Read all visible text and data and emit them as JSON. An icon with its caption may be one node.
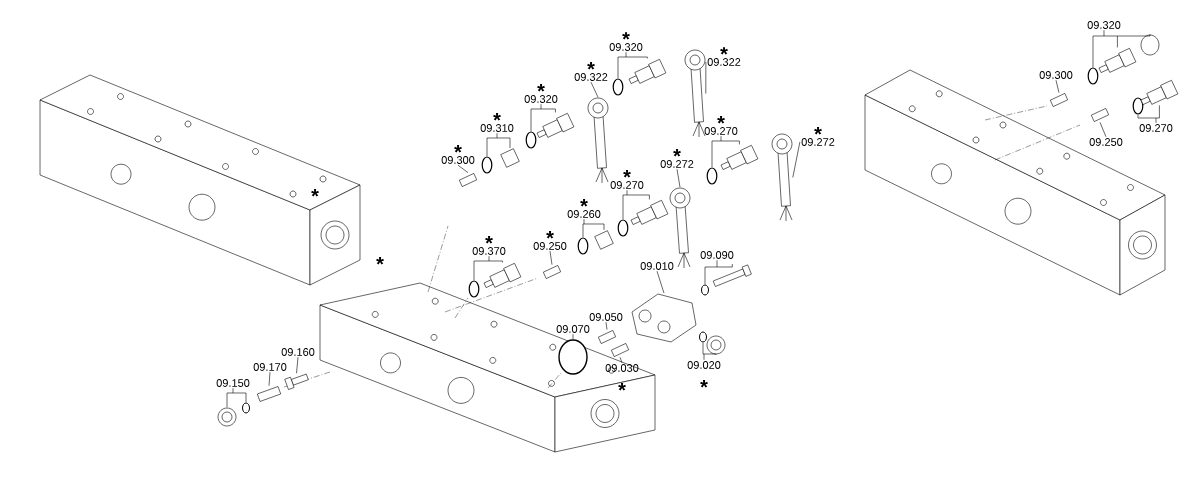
{
  "diagram": {
    "nodes": [
      {
        "text": [
          "09.300"
        ],
        "beside": [
          "*"
        ]
      },
      {
        "text": [
          "09.310"
        ],
        "beside": [
          "*"
        ]
      },
      {
        "text": [
          "09.320"
        ],
        "beside": [
          "*"
        ]
      },
      {
        "text": [
          "09.322"
        ],
        "beside": [
          "*"
        ]
      },
      {
        "text": [
          "09.320"
        ],
        "beside": [
          "*"
        ]
      },
      {
        "text": [
          "09.322"
        ],
        "beside": [
          "*"
        ]
      },
      {
        "text": [
          "09.270"
        ],
        "beside": [
          "*"
        ]
      },
      {
        "text": [
          "09.272"
        ],
        "beside": [
          "*"
        ]
      },
      {
        "text": [
          "09.270"
        ],
        "beside": [
          "*"
        ]
      },
      {
        "text": [
          "09.272"
        ],
        "beside": [
          "*"
        ]
      },
      {
        "text": [
          "09.260"
        ],
        "beside": [
          "*"
        ]
      },
      {
        "text": [
          "09.370"
        ],
        "beside": [
          "*"
        ]
      },
      {
        "text": [
          "09.250"
        ],
        "beside": [
          "*"
        ]
      },
      {
        "text": [
          "09.010"
        ]
      },
      {
        "text": [
          "09.090"
        ]
      },
      {
        "text": [
          "09.050"
        ]
      },
      {
        "text": [
          "09.070"
        ]
      },
      {
        "text": [
          "09.030"
        ],
        "beside": [
          "*"
        ]
      },
      {
        "text": [
          "09.020"
        ],
        "beside": [
          "*"
        ]
      },
      {
        "text": [
          "09.160"
        ]
      },
      {
        "text": [
          "09.170"
        ]
      },
      {
        "text": [
          "09.150"
        ]
      },
      {
        "text": [
          "09.320"
        ]
      },
      {
        "text": [
          "09.300"
        ]
      },
      {
        "text": [
          "09.250"
        ]
      },
      {
        "text": [
          "09.270"
        ]
      },
      {
        "text": [],
        "shape": "box"
      },
      {
        "text": [],
        "shape": "circle"
      },
      {
        "text": [],
        "shape": "box"
      },
      {
        "text": [],
        "shape": "circle"
      },
      {
        "text": [],
        "shape": "picture"
      },
      {
        "text": [],
        "shape": "picture"
      },
      {
        "text": [],
        "shape": "circle"
      },
      {
        "text": [],
        "shape": "picture"
      },
      {
        "text": [],
        "shape": "picture"
      },
      {
        "text": [],
        "shape": "circle"
      },
      {
        "text": [],
        "shape": "picture"
      },
      {
        "text": [],
        "shape": "picture"
      },
      {
        "text": [],
        "shape": "circle"
      },
      {
        "text": [],
        "shape": "picture"
      },
      {
        "text": [],
        "shape": "picture"
      },
      {
        "text": [],
        "shape": "circle"
      },
      {
        "text": [],
        "shape": "box"
      },
      {
        "text": [],
        "shape": "circle"
      },
      {
        "text": [],
        "shape": "picture"
      },
      {
        "text": [],
        "shape": "box"
      },
      {
        "text": [],
        "shape": "picture"
      },
      {
        "text": [],
        "shape": "circle"
      },
      {
        "text": [],
        "shape": "box"
      },
      {
        "text": [],
        "shape": "box"
      },
      {
        "text": [],
        "shape": "circle"
      },
      {
        "text": [],
        "shape": "box"
      },
      {
        "text": [],
        "shape": "circle"
      },
      {
        "text": [],
        "shape": "circle"
      },
      {
        "text": [],
        "shape": "box"
      },
      {
        "text": [],
        "shape": "box"
      },
      {
        "text": [],
        "shape": "circle"
      },
      {
        "text": [],
        "shape": "circle"
      },
      {
        "text": [],
        "shape": "circle"
      },
      {
        "text": [],
        "shape": "picture"
      },
      {
        "text": [],
        "shape": "circle"
      },
      {
        "text": [],
        "shape": "box"
      },
      {
        "text": [],
        "shape": "box"
      },
      {
        "text": [],
        "shape": "circle"
      },
      {
        "text": [],
        "shape": "picture"
      }
    ],
    "edges": [
      {
        "from": 0,
        "to": 26,
        "arrow": "none"
      },
      {
        "from": 1,
        "to": 27,
        "arrow": "none"
      },
      {
        "from": 1,
        "to": 28,
        "arrow": "none"
      },
      {
        "from": 2,
        "to": 29,
        "arrow": "none"
      },
      {
        "from": 2,
        "to": 30,
        "arrow": "none"
      },
      {
        "from": 3,
        "to": 31,
        "arrow": "none"
      },
      {
        "from": 4,
        "to": 32,
        "arrow": "none"
      },
      {
        "from": 4,
        "to": 33,
        "arrow": "none"
      },
      {
        "from": 5,
        "to": 34,
        "arrow": "none"
      },
      {
        "from": 6,
        "to": 35,
        "arrow": "none"
      },
      {
        "from": 6,
        "to": 36,
        "arrow": "none"
      },
      {
        "from": 7,
        "to": 37,
        "arrow": "none"
      },
      {
        "from": 8,
        "to": 38,
        "arrow": "none"
      },
      {
        "from": 8,
        "to": 39,
        "arrow": "none"
      },
      {
        "from": 9,
        "to": 40,
        "arrow": "none"
      },
      {
        "from": 10,
        "to": 41,
        "arrow": "none"
      },
      {
        "from": 10,
        "to": 42,
        "arrow": "none"
      },
      {
        "from": 11,
        "to": 43,
        "arrow": "none"
      },
      {
        "from": 11,
        "to": 44,
        "arrow": "none"
      },
      {
        "from": 12,
        "to": 45,
        "arrow": "none"
      },
      {
        "from": 13,
        "to": 46,
        "arrow": "none"
      },
      {
        "from": 14,
        "to": 47,
        "arrow": "none"
      },
      {
        "from": 14,
        "to": 48,
        "arrow": "none"
      },
      {
        "from": 15,
        "to": 49,
        "arrow": "none"
      },
      {
        "from": 16,
        "to": 50,
        "arrow": "none"
      },
      {
        "from": 17,
        "to": 51,
        "arrow": "none"
      },
      {
        "from": 18,
        "to": 52,
        "arrow": "none"
      },
      {
        "from": 18,
        "to": 53,
        "arrow": "none"
      },
      {
        "from": 19,
        "to": 54,
        "arrow": "none"
      },
      {
        "from": 20,
        "to": 55,
        "arrow": "none"
      },
      {
        "from": 21,
        "to": 56,
        "arrow": "none"
      },
      {
        "from": 21,
        "to": 57,
        "arrow": "none"
      },
      {
        "from": 22,
        "to": 58,
        "arrow": "none"
      },
      {
        "from": 22,
        "to": 59,
        "arrow": "none"
      },
      {
        "from": 22,
        "to": 60,
        "arrow": "none"
      },
      {
        "from": 23,
        "to": 61,
        "arrow": "none"
      },
      {
        "from": 24,
        "to": 62,
        "arrow": "none"
      },
      {
        "from": 25,
        "to": 63,
        "arrow": "none"
      },
      {
        "from": 25,
        "to": 64,
        "arrow": "none"
      }
    ],
    "labels": [
      "*",
      "*"
    ]
  }
}
